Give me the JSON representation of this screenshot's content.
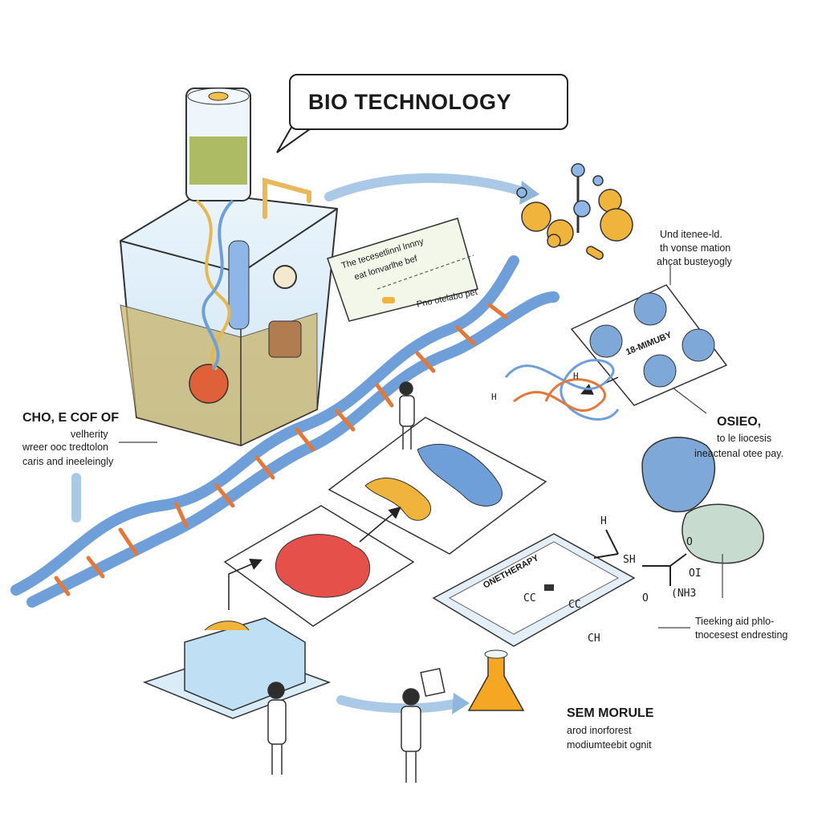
{
  "title": "BIO TECHNOLOGY",
  "left_note": {
    "heading": "CHO, E COF OF",
    "lines": [
      "velherity",
      "wreer ooc tredtolon",
      "caris and ineeleingly"
    ]
  },
  "top_right_note": {
    "lines": [
      "Und itenee-ld.",
      "th vonse mation",
      "ahcat busteyogly"
    ]
  },
  "right_note": {
    "heading": "OSIEO,",
    "lines": [
      "to le liocesis",
      "ineactenal otee pay."
    ]
  },
  "tracking_note": {
    "lines": [
      "Tieeking aid phlo-",
      "tnocesest endresting"
    ]
  },
  "bottom_note": {
    "heading": "SEM MORULE",
    "lines": [
      "arod inorforest",
      "modiumteebit ognit"
    ]
  },
  "card_text": {
    "line1": "The tecesetlinnl lnnny",
    "line2": "eat lonvarlhe bef",
    "caption": "Pno otelabo pet"
  },
  "cell_panel_label": "18-MIMUBY",
  "tablet_label": "ONETHERAPY",
  "chem_labels": {
    "h": "H",
    "sh": "SH",
    "o1": "O",
    "oi": "OI",
    "o2": "O",
    "nh3": "(NH3",
    "cc1": "CC",
    "cc2": "CC",
    "ch": "CH"
  },
  "mini_labels": {
    "h1": "H",
    "h2": "H"
  },
  "colors": {
    "dna_blue": "#6f9fd8",
    "dna_orange": "#e2783a",
    "protein_yellow": "#f0b43c",
    "tumor_red": "#e5514a",
    "cell_blue": "#7ea8d8",
    "arrow_blue": "#a9c9e6",
    "flask_orange": "#f5a623"
  }
}
